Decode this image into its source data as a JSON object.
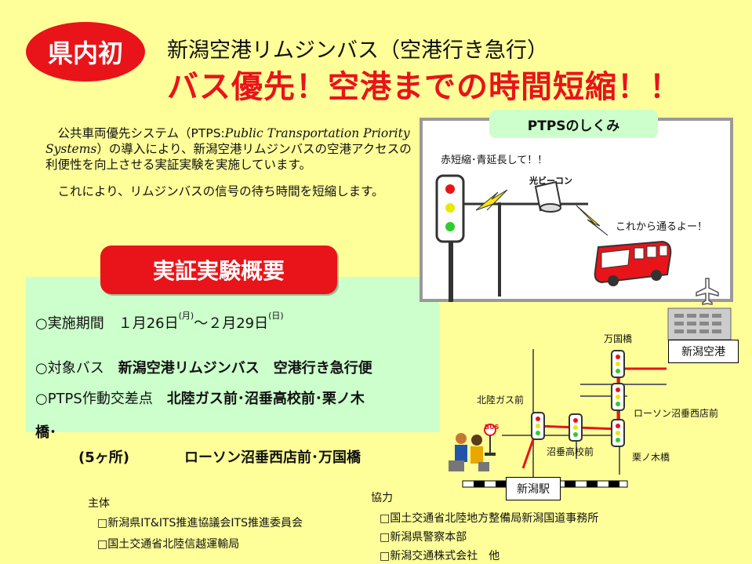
{
  "header": {
    "badge": "県内初",
    "title_line1": "新潟空港リムジンバス（空港行き急行）",
    "title_line2": "バス優先！空港までの時間短縮！！"
  },
  "intro": {
    "p1_a": "公共車両優先システム（PTPS:",
    "p1_italic": "Public Transportation Priority Systems",
    "p1_b": "）の導入により、新潟空港リムジンバスの空港アクセスの利便性を向上させる実証実験を実施しています。",
    "p2": "これにより、リムジンバスの信号の待ち時間を短縮します。"
  },
  "overview": {
    "title": "実証実験概要",
    "period_label": "○実施期間",
    "period_start": "１月26日",
    "period_start_day": "(月)",
    "period_sep": "～２月29日",
    "period_end_day": "(日)",
    "bus_label": "○対象バス",
    "bus_value": "新潟空港リムジンバス　空港行き急行便",
    "intersections_label": "○PTPS作動交差点",
    "intersections_value": "北陸ガス前･沼垂高校前･栗ノ木",
    "intersections_cont": "橋･",
    "count": "(5ヶ所)",
    "intersections_value2": "ローソン沼垂西店前･万国橋"
  },
  "organizers": {
    "host_label": "主体",
    "hosts": [
      "□新潟県IT&ITS推進協議会ITS推進委員会",
      "□国土交通省北陸信越運輸局"
    ],
    "coop_label": "協力",
    "coops": [
      "□国土交通省北陸地方整備局新潟国道事務所",
      "□新潟県警察本部",
      "□新潟交通株式会社　他"
    ]
  },
  "diagram": {
    "title": "PTPSのしくみ",
    "signal_text": "赤短縮･青延長して！！",
    "beacon_label": "光ビーコン",
    "bus_text": "これから通るよー！"
  },
  "map": {
    "station": "新潟駅",
    "airport": "新潟空港",
    "labels": {
      "bankoku": "万国橋",
      "hokuriku": "北陸ガス前",
      "lawson": "ローソン沼垂西店前",
      "nuttari": "沼垂高校前",
      "kurinoki": "栗ノ木橋"
    },
    "bus_stop_sign": "BUS"
  },
  "colors": {
    "background": "#FFFF99",
    "accent_red": "#E8141A",
    "box_green": "#CCFFCC"
  }
}
